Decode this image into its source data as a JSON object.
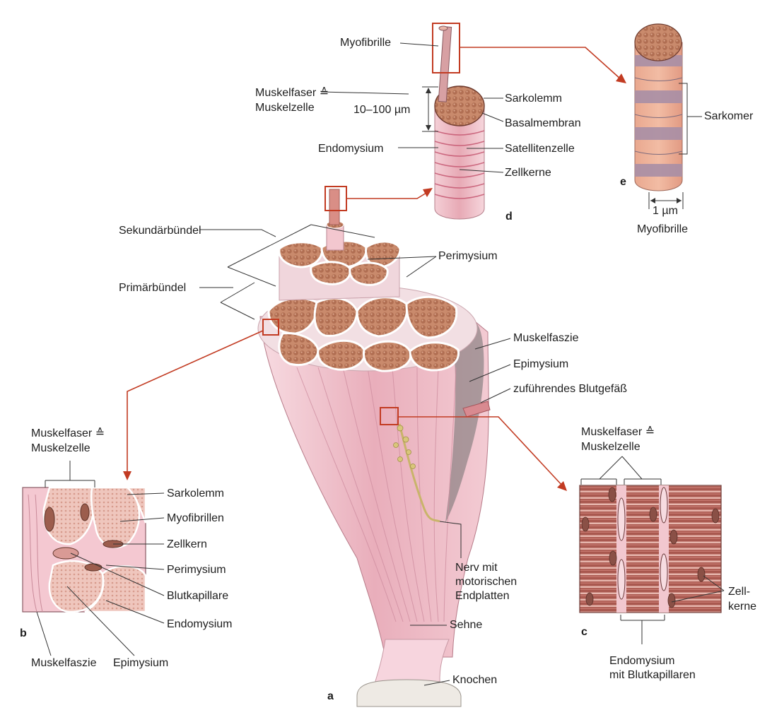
{
  "labels": {
    "myofibrille_top": "Myofibrille",
    "muskelfaser_d_1": "Muskelfaser ≙",
    "muskelfaser_d_2": "Muskelzelle",
    "diameter_fiber": "10–100 µm",
    "sarkolemm_d": "Sarkolemm",
    "basalmembran": "Basalmembran",
    "endomysium_d": "Endomysium",
    "satellitenzelle": "Satellitenzelle",
    "zellkerne_d": "Zellkerne",
    "sarkomer": "Sarkomer",
    "diameter_myofibrille": "1 µm",
    "myofibrille_e": "Myofibrille",
    "sekundaerbuendel": "Sekundärbündel",
    "primaerbuendel": "Primärbündel",
    "perimysium_a": "Perimysium",
    "muskelfaszie_a": "Muskelfaszie",
    "epimysium_a": "Epimysium",
    "blutgefaess": "zuführendes Blutgefäß",
    "nerv_1": "Nerv mit",
    "nerv_2": "motorischen",
    "nerv_3": "Endplatten",
    "sehne": "Sehne",
    "knochen": "Knochen",
    "muskelfaser_b_1": "Muskelfaser ≙",
    "muskelfaser_b_2": "Muskelzelle",
    "sarkolemm_b": "Sarkolemm",
    "myofibrillen_b": "Myofibrillen",
    "zellkern_b": "Zellkern",
    "perimysium_b": "Perimysium",
    "blutkapillare_b": "Blutkapillare",
    "endomysium_b": "Endomysium",
    "muskelfaszie_b": "Muskelfaszie",
    "epimysium_b": "Epimysium",
    "muskelfaser_c_1": "Muskelfaser ≙",
    "muskelfaser_c_2": "Muskelzelle",
    "zellkerne_c_1": "Zell-",
    "zellkerne_c_2": "kerne",
    "endomysium_c_1": "Endomysium",
    "endomysium_c_2": "mit Blutkapillaren"
  },
  "panels": {
    "a": "a",
    "b": "b",
    "c": "c",
    "d": "d",
    "e": "e"
  },
  "colors": {
    "accent_red": "#c23b22",
    "muscle_pink": "#f2c6cf",
    "muscle_dark": "#e3a7b4",
    "fiber_brown": "#c98a6c",
    "fiber_dot": "#a4624a",
    "sarcomere_band": "#a98fa6"
  }
}
